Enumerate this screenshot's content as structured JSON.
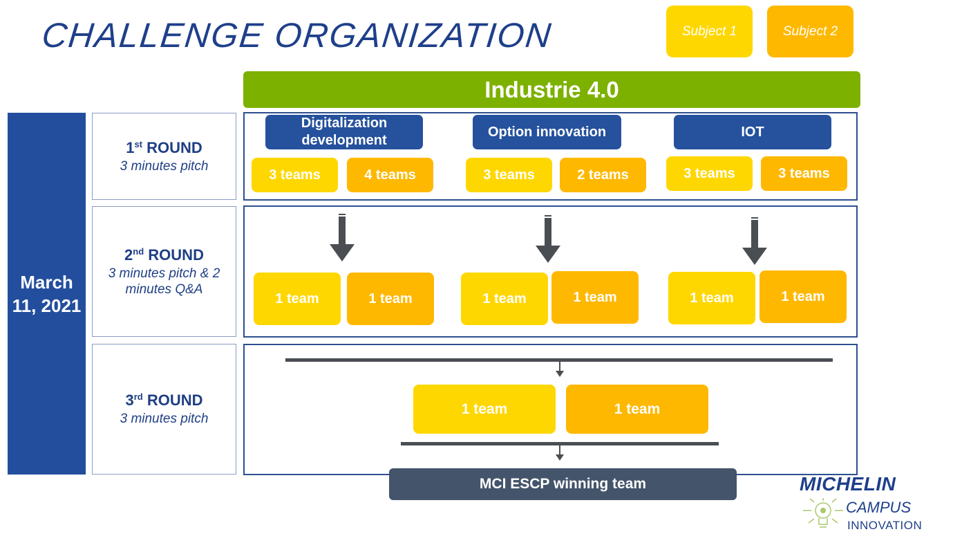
{
  "title": "CHALLENGE ORGANIZATION",
  "legend": [
    {
      "label": "Subject 1",
      "color": "#ffd700"
    },
    {
      "label": "Subject 2",
      "color": "#ffb800"
    }
  ],
  "banner": "Industrie 4.0",
  "date": "March 11, 2021",
  "rounds": [
    {
      "ordinal": "1",
      "suffix": "st",
      "title": "ROUND",
      "description": "3 minutes pitch"
    },
    {
      "ordinal": "2",
      "suffix": "nd",
      "title": "ROUND",
      "description": "3 minutes pitch & 2 minutes Q&A"
    },
    {
      "ordinal": "3",
      "suffix": "rd",
      "title": "ROUND",
      "description": "3 minutes pitch"
    }
  ],
  "categories": [
    {
      "label": "Digitalization development",
      "round1": [
        "3  teams",
        "4 teams"
      ],
      "round2": [
        "1 team",
        "1 team"
      ]
    },
    {
      "label": "Option innovation",
      "round1": [
        "3  teams",
        "2 teams"
      ],
      "round2": [
        "1 team",
        "1 team"
      ]
    },
    {
      "label": "IOT",
      "round1": [
        "3  teams",
        "3 teams"
      ],
      "round2": [
        "1 team",
        "1 team"
      ]
    }
  ],
  "round3": [
    "1 team",
    "1 team"
  ],
  "winner": "MCI ESCP winning team",
  "logo": {
    "brand": "MICHELIN",
    "line2": "CAMPUS",
    "line3": "INNOVATION"
  },
  "colors": {
    "subject1": "#ffd700",
    "subject2": "#ffb800",
    "banner": "#7db100",
    "category": "#25519d",
    "date_bar": "#234e9e",
    "winner": "#44546a"
  }
}
